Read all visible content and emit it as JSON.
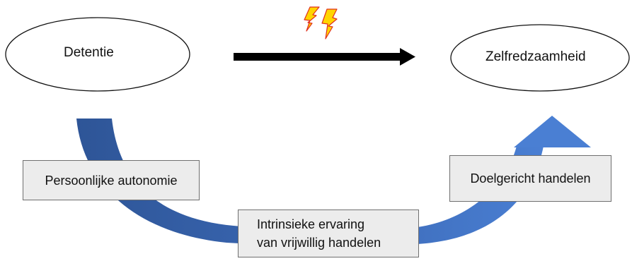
{
  "nodes": {
    "start": "Detentie",
    "end": "Zelfredzaamheid"
  },
  "boxes": {
    "left": "Persoonlijke autonomie",
    "right": "Doelgericht handelen",
    "bottom_line1": "Intrinsieke ervaring",
    "bottom_line2": "van vrijwillig handelen"
  },
  "colors": {
    "arc_blue_dark": "#2e5597",
    "arc_blue_light": "#4a7fd3",
    "arrow_black": "#000000",
    "lightning_fill": "#ffd500",
    "lightning_outline": "#e0301e",
    "box_fill": "#ececec"
  },
  "icons": [
    "lightning-icon",
    "lightning-icon"
  ]
}
